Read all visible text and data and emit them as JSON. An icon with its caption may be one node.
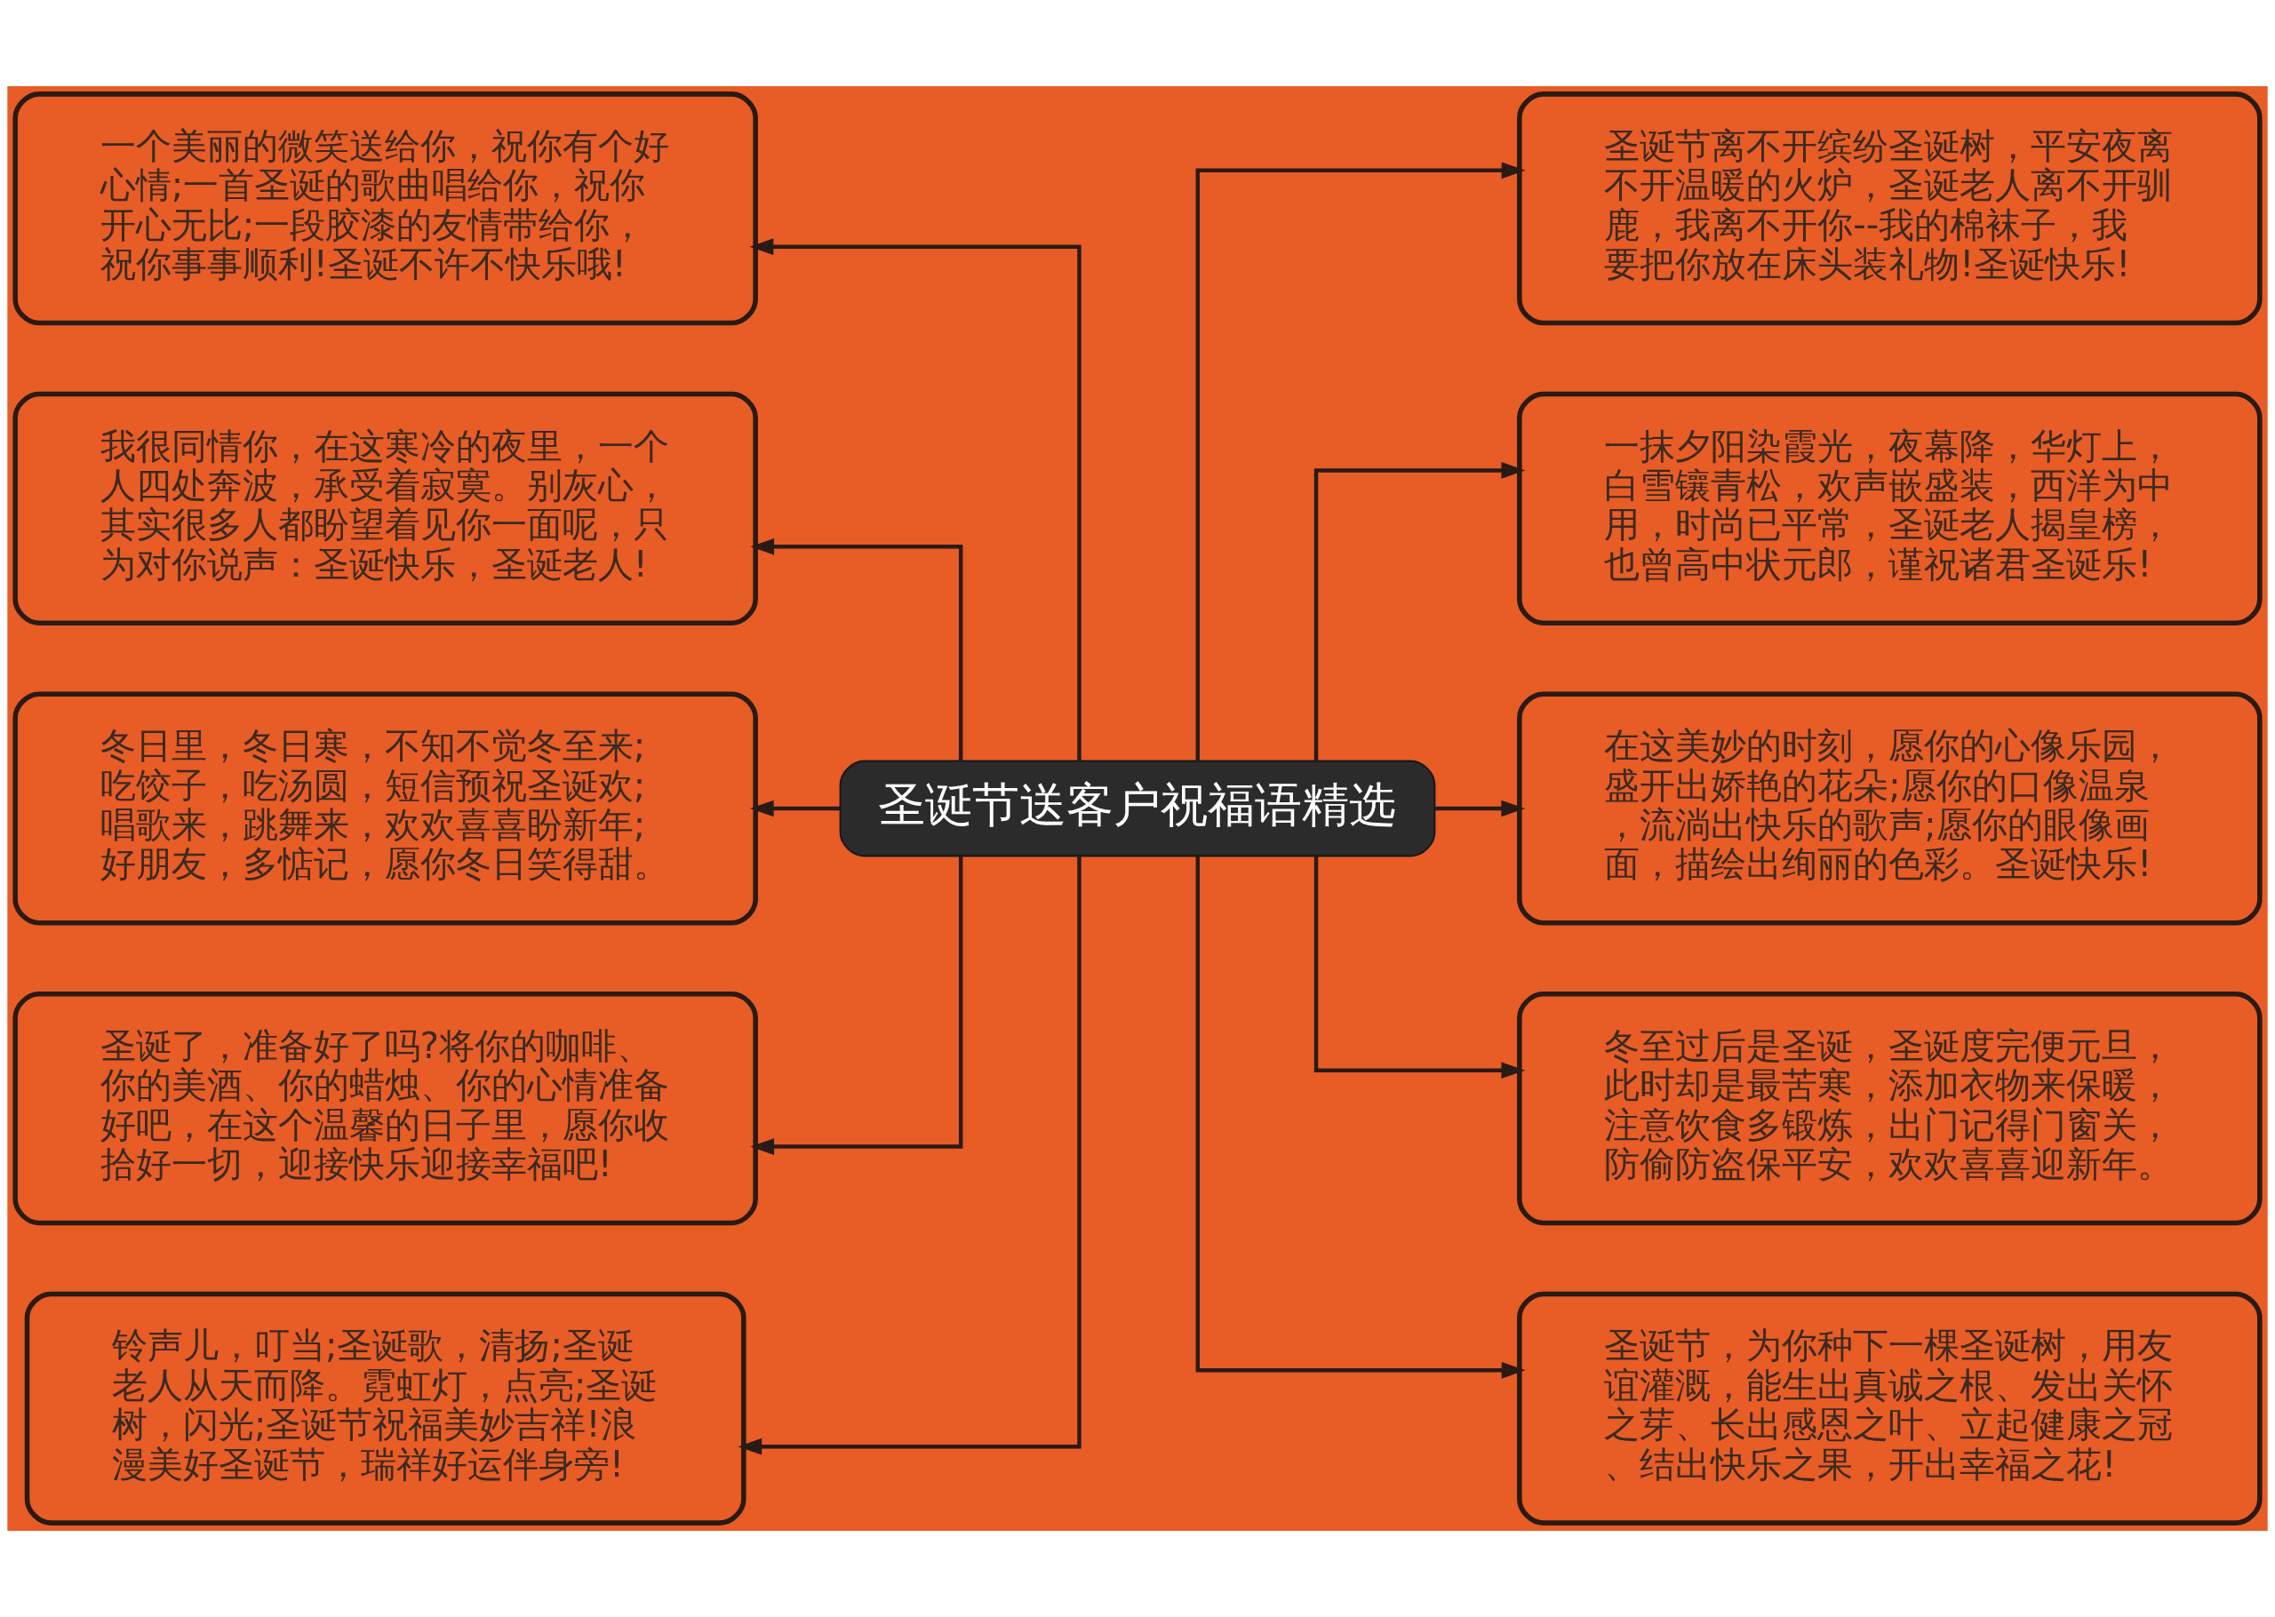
{
  "diagram": {
    "nodes": [
      {
        "text": [
          "圣诞节送客户祝福语精选"
        ]
      },
      {
        "text": [
          "一个美丽的微笑送给你，祝你有个好心情;一首圣诞的歌曲唱给你，祝你开心无比;一段胶漆的友情带给你，祝你事事顺利!圣诞不许不快乐哦!"
        ]
      },
      {
        "text": [
          "我很同情你，在这寒冷的夜里，一个人四处奔波，承受着寂寞。别灰心，其实很多人都盼望着见你一面呢，只为对你说声：圣诞快乐，圣诞老人!"
        ]
      },
      {
        "text": [
          "冬日里，冬日寒，不知不觉冬至来;吃饺子，吃汤圆，短信预祝圣诞欢;唱歌来，跳舞来，欢欢喜喜盼新年;好朋友，多惦记，愿你冬日笑得甜。"
        ]
      },
      {
        "text": [
          "圣诞了，准备好了吗?将你的咖啡、你的美酒、你的蜡烛、你的心情准备好吧，在这个温馨的日子里，愿你收拾好一切，迎接快乐迎接幸福吧!"
        ]
      },
      {
        "text": [
          "铃声儿，叮当;圣诞歌，清扬;圣诞老人从天而降。霓虹灯，点亮;圣诞树，闪光;圣诞节祝福美妙吉祥!浪漫美好圣诞节，瑞祥好运伴身旁!"
        ]
      },
      {
        "text": [
          "圣诞节离不开缤纷圣诞树，平安夜离不开温暖的火炉，圣诞老人离不开驯鹿，我离不开你--我的棉袜子，我要把你放在床头装礼物!圣诞快乐!"
        ]
      },
      {
        "text": [
          "一抹夕阳染霞光，夜幕降，华灯上，白雪镶青松，欢声嵌盛装，西洋为中用，时尚已平常，圣诞老人揭皇榜，也曾高中状元郎，谨祝诸君圣诞乐!"
        ]
      },
      {
        "text": [
          "在这美妙的时刻，愿你的心像乐园，盛开出娇艳的花朵;愿你的口像温泉，流淌出快乐的歌声;愿你的眼像画面，描绘出绚丽的色彩。圣诞快乐!"
        ]
      },
      {
        "text": [
          "冬至过后是圣诞，圣诞度完便元旦，此时却是最苦寒，添加衣物来保暖，注意饮食多锻炼，出门记得门窗关，防偷防盗保平安，欢欢喜喜迎新年。"
        ]
      },
      {
        "text": [
          "圣诞节，为你种下一棵圣诞树，用友谊灌溉，能生出真诚之根、发出关怀之芽、长出感恩之叶、立起健康之冠、结出快乐之果，开出幸福之花!"
        ]
      }
    ],
    "edges": [
      {
        "from": 0,
        "to": 1,
        "arrow": "to"
      },
      {
        "from": 0,
        "to": 2,
        "arrow": "to"
      },
      {
        "from": 0,
        "to": 3,
        "arrow": "to"
      },
      {
        "from": 0,
        "to": 4,
        "arrow": "to"
      },
      {
        "from": 0,
        "to": 5,
        "arrow": "to"
      },
      {
        "from": 0,
        "to": 6,
        "arrow": "to"
      },
      {
        "from": 0,
        "to": 7,
        "arrow": "to"
      },
      {
        "from": 0,
        "to": 8,
        "arrow": "to"
      },
      {
        "from": 0,
        "to": 9,
        "arrow": "to"
      },
      {
        "from": 0,
        "to": 10,
        "arrow": "to"
      }
    ]
  }
}
